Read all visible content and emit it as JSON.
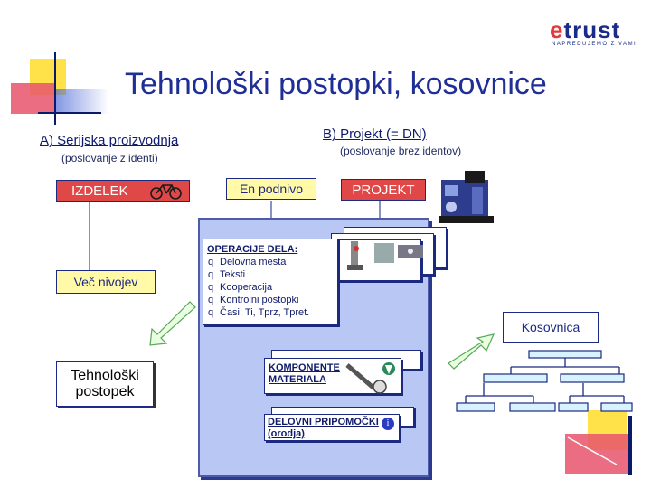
{
  "logo": {
    "brand_e": "e",
    "brand_rest": "trust",
    "tagline": "NAPREDUJEMO Z VAMI"
  },
  "title": "Tehnološki postopki, kosovnice",
  "section_a": {
    "label": "A) Serijska proizvodnja",
    "sub": "(poslovanje z identi)"
  },
  "section_b": {
    "label": "B) Projekt (= DN)",
    "sub": "(poslovanje brez identov)"
  },
  "boxes": {
    "izdelek": "IZDELEK",
    "en_podnivo": "En podnivo",
    "projekt": "PROJEKT",
    "vec_nivojev": "Več nivojev",
    "tehnoloski_postopek": "Tehnološki postopek",
    "kosovnica": "Kosovnica"
  },
  "operacije": {
    "title": "OPERACIJE DELA:",
    "bullet": "q",
    "items": [
      "Delovna mesta",
      "Teksti",
      "Kooperacija",
      "Kontrolni postopki",
      "Časi; Ti, Tprz, Tpret."
    ]
  },
  "komponente": "KOMPONENTE MATERIALA",
  "delovni": "DELOVNI PRIPOMOČKI (orodja)",
  "info_badge": "i",
  "colors": {
    "accent_blue": "#1f2f96",
    "red_box": "#e04848",
    "yellow_box": "#fff9a8",
    "panel_blue": "#b9c7f4"
  },
  "icons": [
    "bicycle-icon",
    "machine-icon",
    "arrow-down-left-icon",
    "arrow-up-right-icon",
    "wrench-icon",
    "info-icon",
    "tree-diagram-icon"
  ]
}
